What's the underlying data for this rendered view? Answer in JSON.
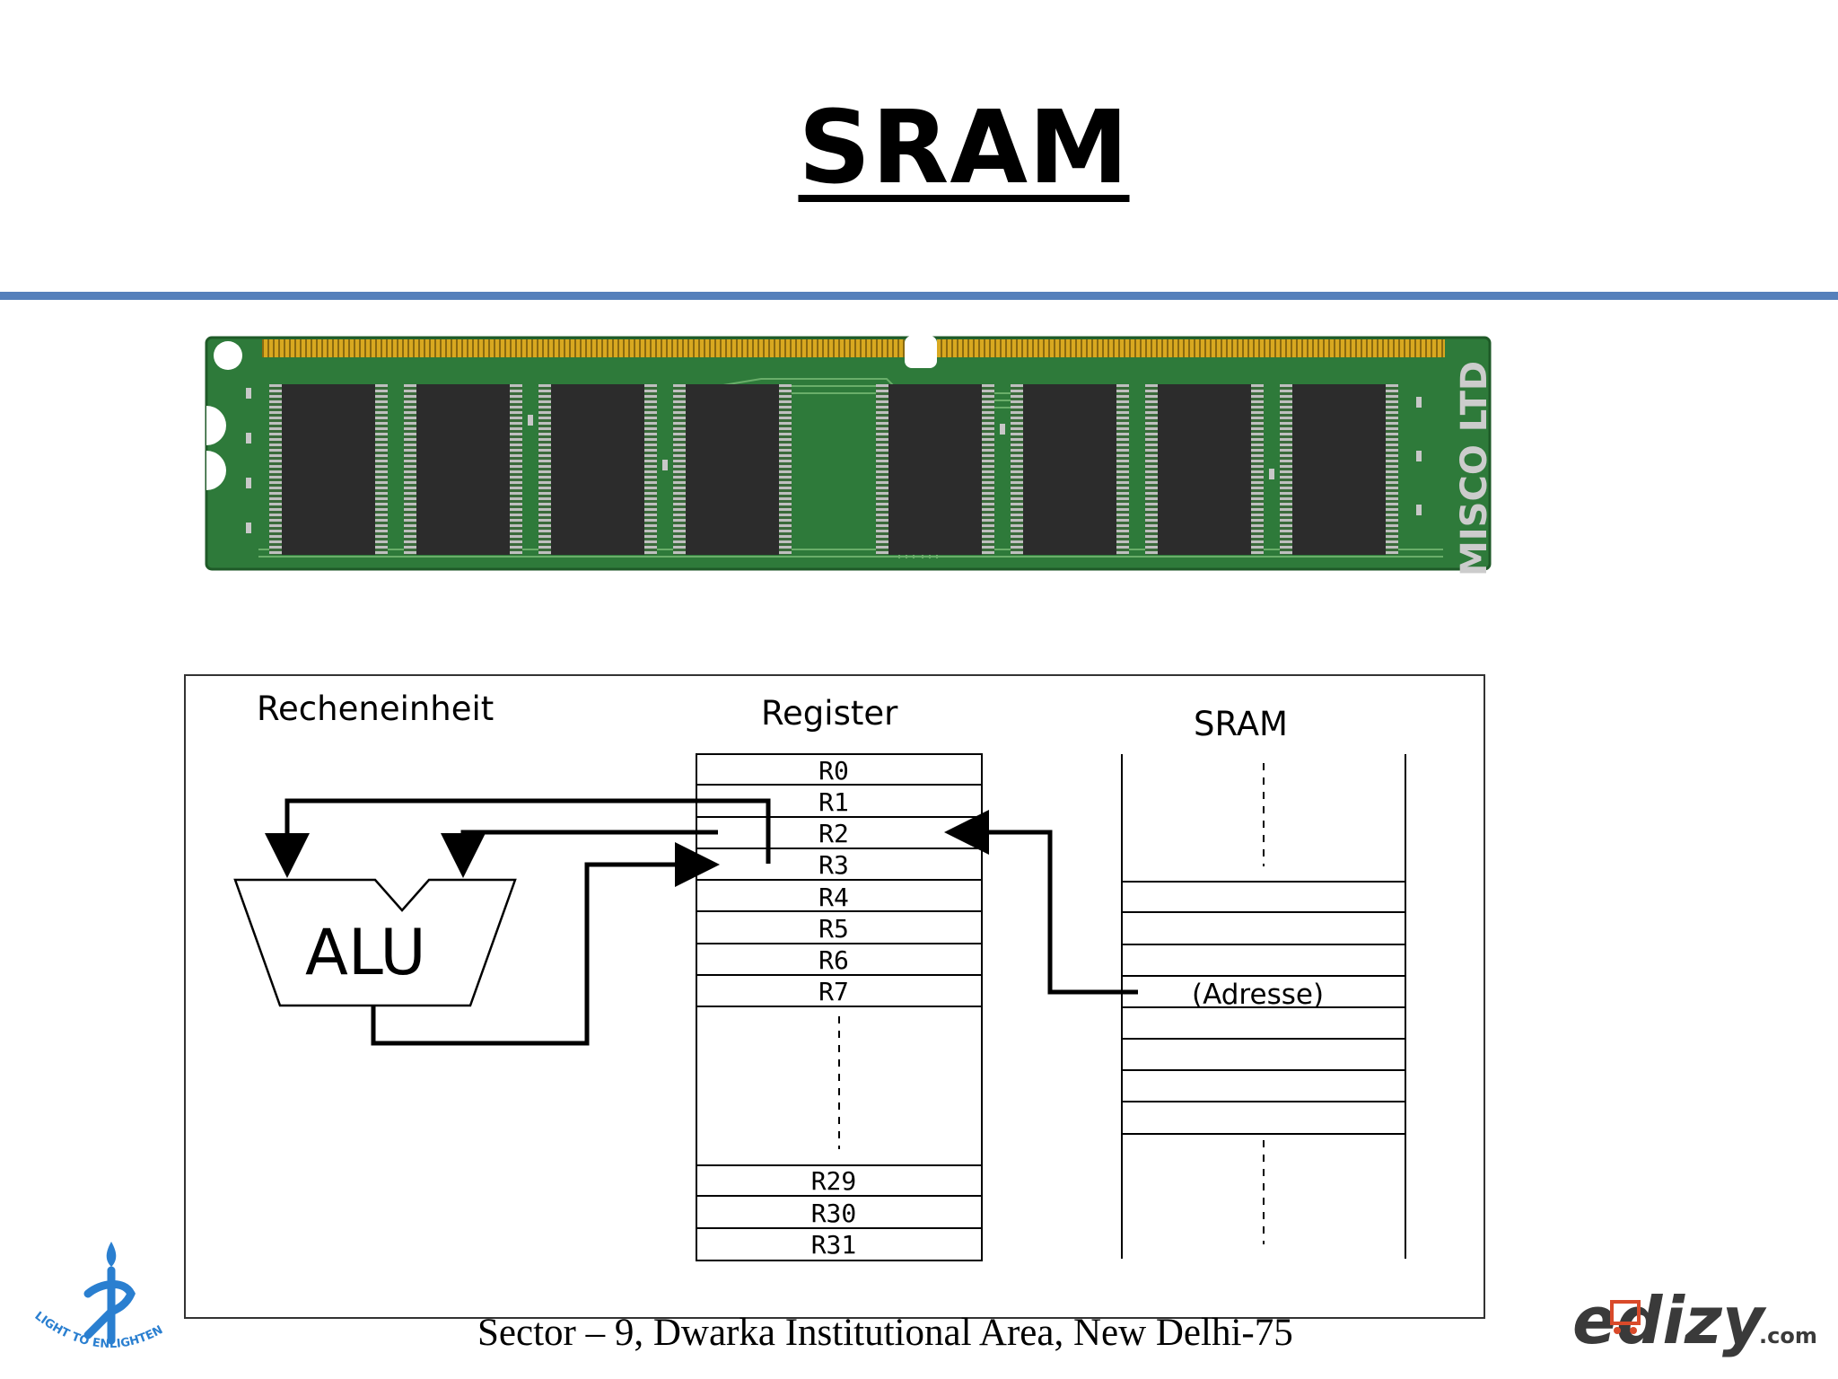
{
  "slide": {
    "title": "SRAM",
    "footer": "Sector – 9, Dwarka Institutional Area, New Delhi-75"
  },
  "ram_image": {
    "watermark": "MISCO LTD"
  },
  "diagram": {
    "compute_unit_label": "Recheneinheit",
    "register_label": "Register",
    "sram_label": "SRAM",
    "alu_label": "ALU",
    "registers_top": [
      "R0",
      "R1",
      "R2",
      "R3",
      "R4",
      "R5",
      "R6",
      "R7"
    ],
    "registers_bottom": [
      "R29",
      "R30",
      "R31"
    ],
    "address_label": "(Adresse)"
  },
  "logos": {
    "left_text": "LIGHT TO ENLIGHTEN",
    "right_brand": "edizy",
    "right_suffix": ".com"
  },
  "colors": {
    "accent_rule": "#5580bb",
    "pcb_green": "#2e7a3a",
    "chip": "#2c2c2c",
    "gold": "#d8a820",
    "logo_blue": "#2a7fd0"
  }
}
